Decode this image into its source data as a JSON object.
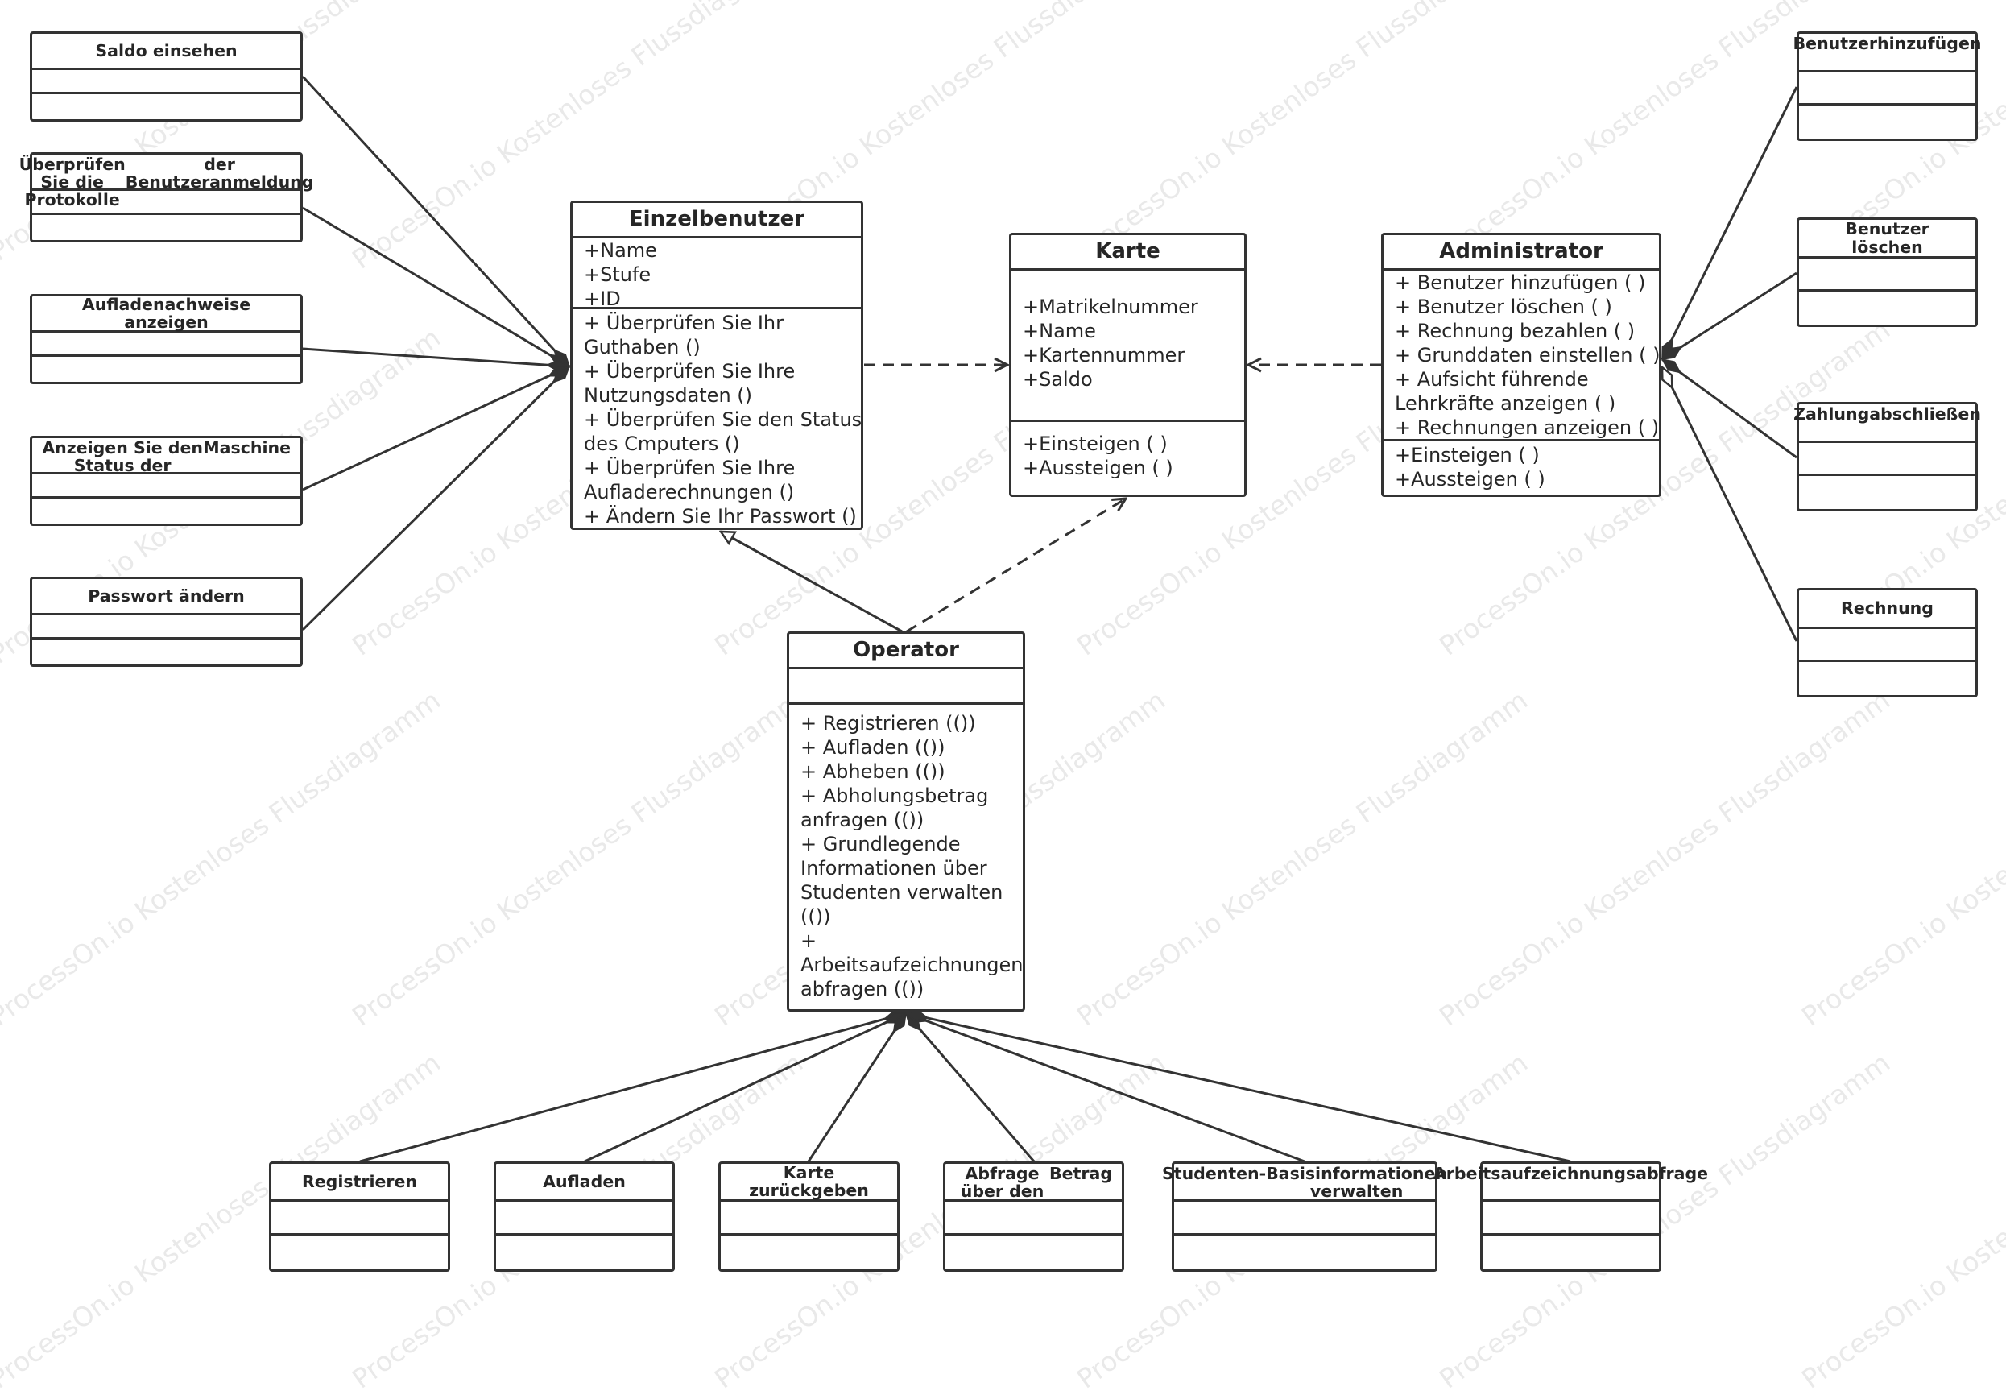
{
  "watermark": "ProcessOn.io Kostenloses Flussdiagramm",
  "colors": {
    "stroke": "#333333",
    "background": "#ffffff",
    "watermark": "#cfcfcf"
  },
  "classes": {
    "einzelbenutzer": {
      "title": "Einzelbenutzer",
      "attributes": [
        "+Name",
        "+Stufe",
        "+ID"
      ],
      "methods": [
        "+ Überprüfen Sie Ihr",
        "Guthaben ()",
        "+ Überprüfen Sie Ihre",
        "Nutzungsdaten ()",
        "+ Überprüfen Sie den Status",
        "des Cmputers ()",
        "+ Überprüfen Sie Ihre",
        "Aufladerechnungen ()",
        "+ Ändern Sie Ihr Passwort ()"
      ]
    },
    "karte": {
      "title": "Karte",
      "attributes": [
        "+Matrikelnummer",
        "+Name",
        "+Kartennummer",
        "+Saldo"
      ],
      "methods": [
        "+Einsteigen ( )",
        "+Aussteigen ( )"
      ]
    },
    "administrator": {
      "title": "Administrator",
      "attributes": [
        "+ Benutzer hinzufügen ( )",
        "+ Benutzer löschen ( )",
        "+ Rechnung bezahlen ( )",
        "+ Grunddaten einstellen ( )",
        "+ Aufsicht führende",
        "Lehrkräfte anzeigen ( )",
        "+ Rechnungen anzeigen ( )"
      ],
      "methods": [
        "+Einsteigen ( )",
        "+Aussteigen ( )"
      ]
    },
    "operator": {
      "title": "Operator",
      "attributes": [],
      "methods": [
        "+ Registrieren (())",
        "+ Aufladen (())",
        "+ Abheben (())",
        "+ Abholungsbetrag",
        "anfragen (())",
        "+ Grundlegende",
        "Informationen über",
        "Studenten verwalten",
        "(())",
        "+",
        "Arbeitsaufzeichnungen",
        "abfragen (())"
      ]
    }
  },
  "leftBoxes": [
    {
      "lines": [
        "Saldo einsehen"
      ]
    },
    {
      "lines": [
        "Überprüfen Sie die Protokolle",
        "der Benutzeranmeldung"
      ]
    },
    {
      "lines": [
        "Aufladenachweise anzeigen"
      ]
    },
    {
      "lines": [
        "Anzeigen Sie den Status der",
        "Maschine"
      ]
    },
    {
      "lines": [
        "Passwort ändern"
      ]
    }
  ],
  "rightBoxes": [
    {
      "lines": [
        "Benutzer",
        "hinzufügen"
      ]
    },
    {
      "lines": [
        "Benutzer löschen"
      ]
    },
    {
      "lines": [
        "Zahlung",
        "abschließen"
      ]
    },
    {
      "lines": [
        "Rechnung"
      ]
    }
  ],
  "bottomBoxes": [
    {
      "lines": [
        "Registrieren"
      ]
    },
    {
      "lines": [
        "Aufladen"
      ]
    },
    {
      "lines": [
        "Karte zurückgeben"
      ]
    },
    {
      "lines": [
        "Abfrage über den",
        "Betrag"
      ]
    },
    {
      "lines": [
        "Studenten-",
        "Basisinformationen verwalten"
      ]
    },
    {
      "lines": [
        "Arbeitsaufzeichnun",
        "gsabfrage"
      ]
    }
  ]
}
